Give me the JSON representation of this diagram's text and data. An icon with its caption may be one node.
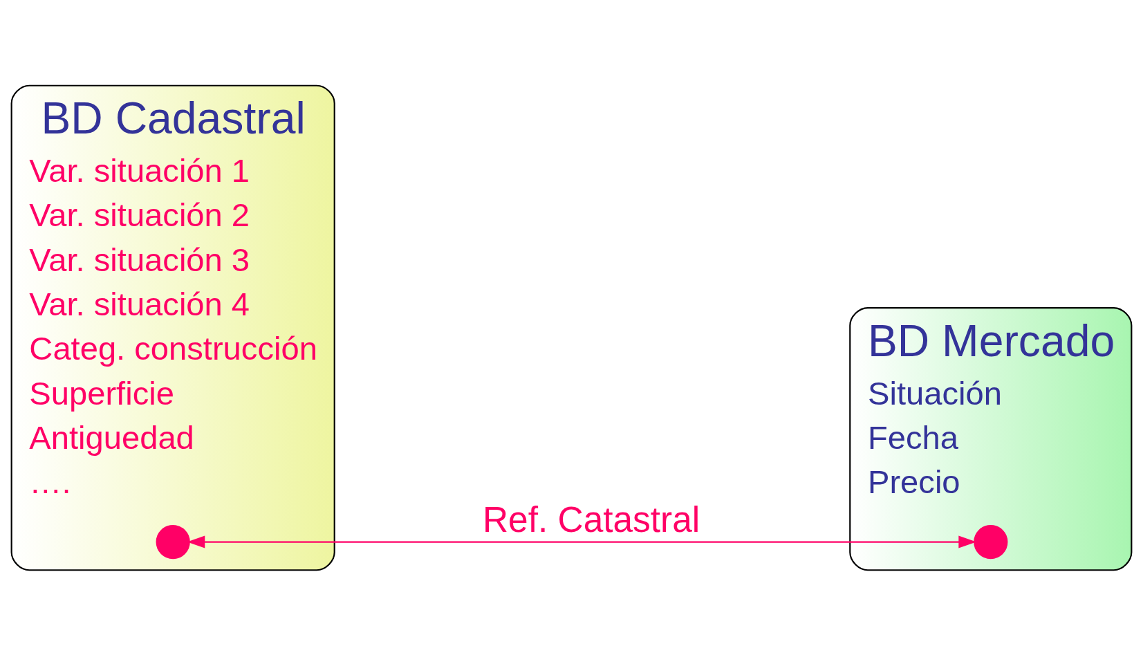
{
  "diagram": {
    "nodes": [
      {
        "text": [
          "BD Cadastral",
          "Var. situación 1",
          "Var. situación 2",
          "Var. situación 3",
          "Var. situación 4",
          "Categ. construcción",
          "Superficie",
          "Antiguedad",
          "…."
        ]
      },
      {
        "text": [],
        "shape": "circle",
        "in": 0
      },
      {
        "text": [
          "BD Mercado",
          "Situación",
          "Fecha",
          "Precio"
        ]
      },
      {
        "text": [],
        "shape": "circle",
        "in": 2
      }
    ],
    "edges": [
      {
        "from": 1,
        "to": 3,
        "label": "Ref. Catastral",
        "arrow": "both",
        "color": "#ff0066"
      }
    ]
  }
}
